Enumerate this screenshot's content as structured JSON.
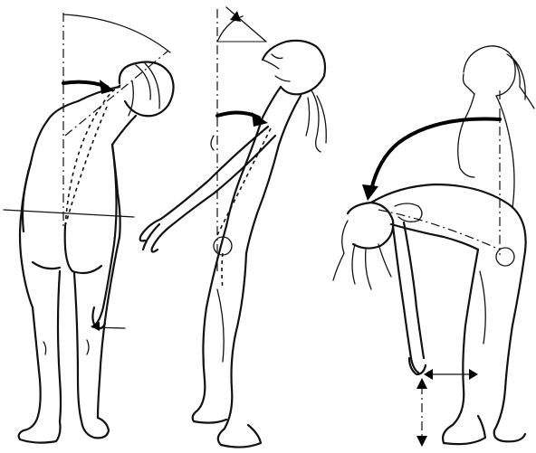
{
  "figures": [
    {
      "id": "lateral-flexion-back-view",
      "label": ""
    },
    {
      "id": "extension-side-view",
      "label": ""
    },
    {
      "id": "forward-flexion-side-view",
      "label": ""
    }
  ],
  "colors": {
    "ink": "#111111",
    "background": "#ffffff"
  }
}
